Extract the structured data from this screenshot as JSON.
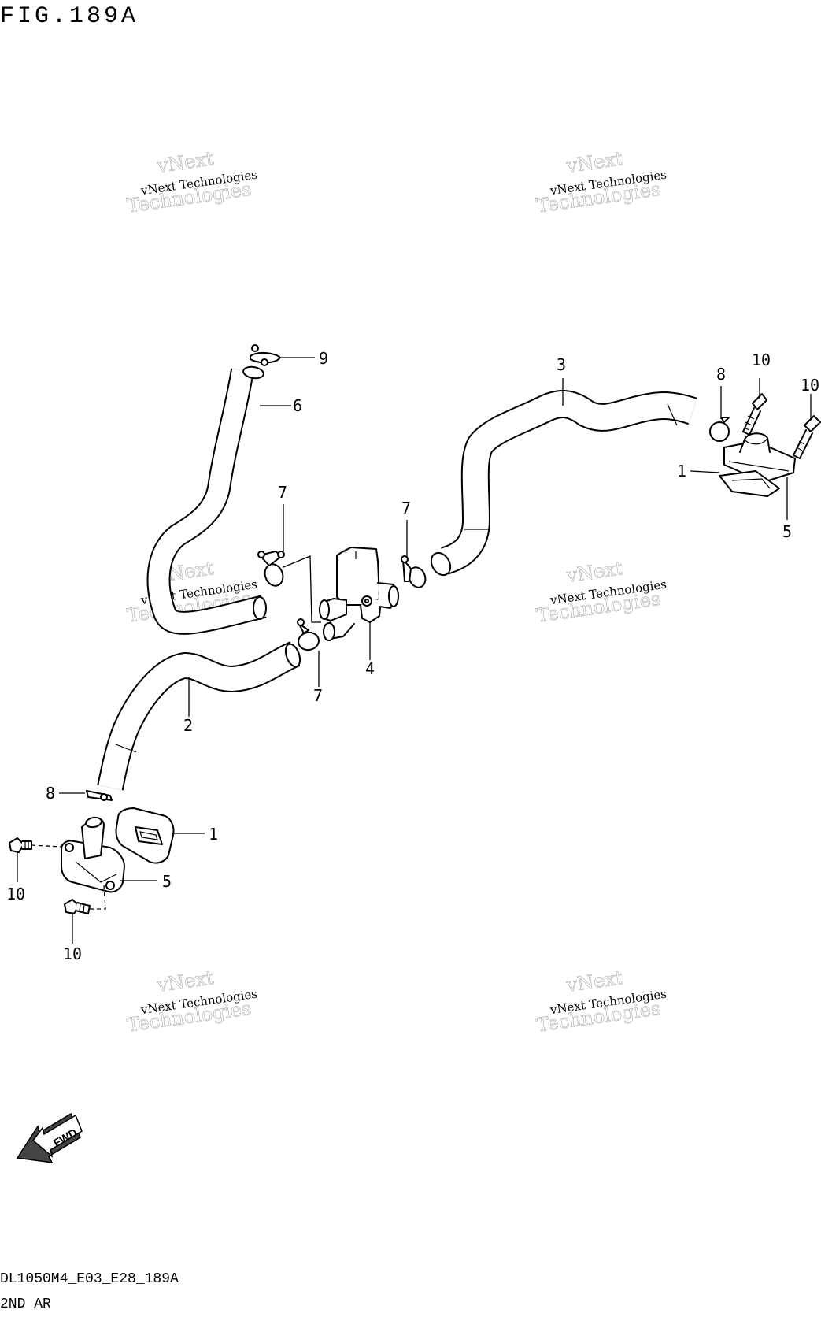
{
  "figure": {
    "title": "FIG.189A",
    "code": "DL1050M4_E03_E28_189A",
    "section": "2ND AR"
  },
  "watermark": {
    "line1": "vNext",
    "line2": "vNext Technologies",
    "line3": "Technologies"
  },
  "fwd_label": "FWD",
  "callouts": {
    "c9": "9",
    "c6": "6",
    "c3": "3",
    "c8_top": "8",
    "c10_top_a": "10",
    "c10_top_b": "10",
    "c1_right": "1",
    "c5_right": "5",
    "c7_left": "7",
    "c7_mid": "7",
    "c7_bottom": "7",
    "c4": "4",
    "c2": "2",
    "c8_bottom": "8",
    "c1_left": "1",
    "c5_left": "5",
    "c10_left": "10",
    "c10_bottom": "10"
  }
}
